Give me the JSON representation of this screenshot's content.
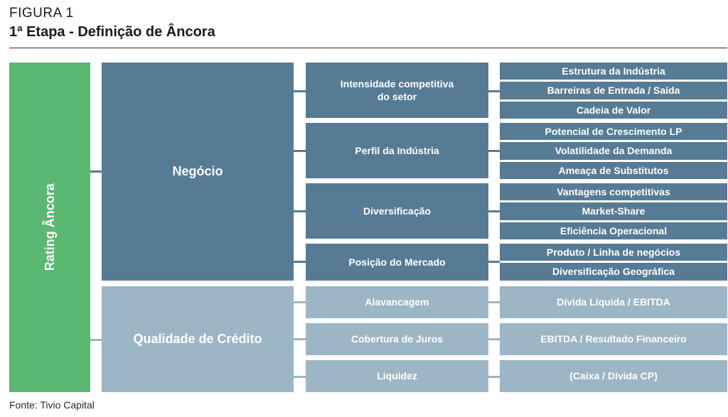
{
  "figure": {
    "label": "FIGURA 1",
    "title": "1ª Etapa - Definição de Âncora",
    "source": "Fonte: Tivio Capital"
  },
  "root": {
    "label": "Rating Âncora"
  },
  "negocio": {
    "label": "Negócio",
    "groups": [
      {
        "label": "Intensidade competitiva do setor",
        "items": [
          "Estrutura da Indústria",
          "Barreiras de Entrada / Saída",
          "Cadeia de Valor"
        ]
      },
      {
        "label": "Perfil da Indústria",
        "items": [
          "Potencial de Crescimento LP",
          "Volatilidade da Demanda",
          "Ameaça de Substitutos"
        ]
      },
      {
        "label": "Diversificação",
        "items": [
          "Vantagens competitivas",
          "Market-Share",
          "Eficiência Operacional"
        ]
      },
      {
        "label": "Posição do Mercado",
        "items": [
          "Produto / Linha de negócios",
          "Diversificação Geográfica"
        ]
      }
    ]
  },
  "credito": {
    "label": "Qualidade de Crédito",
    "groups": [
      {
        "label": "Alavancagem",
        "items": [
          "Dívida Líquida / EBITDA"
        ]
      },
      {
        "label": "Cobertura de Juros",
        "items": [
          "EBITDA / Resultado Financeiro"
        ]
      },
      {
        "label": "Liquidez",
        "items": [
          "(Caixa / Dívida CP)"
        ]
      }
    ]
  },
  "colors": {
    "root": "#5ab873",
    "negocio": "#577b95",
    "credito": "#9cb6c6"
  }
}
